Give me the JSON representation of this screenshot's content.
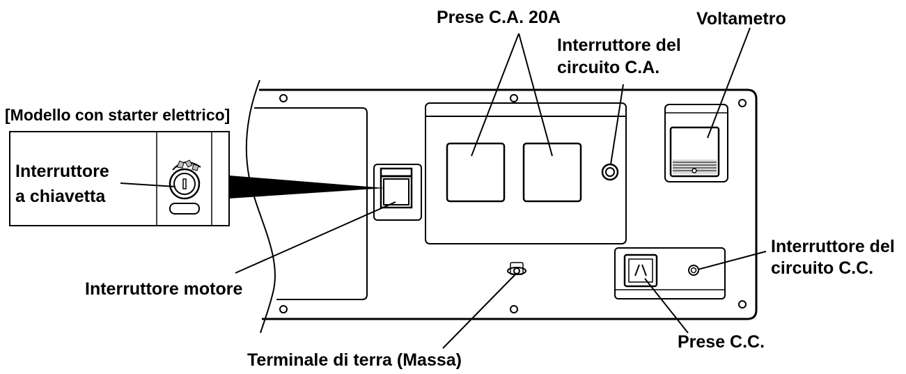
{
  "labels": {
    "ac_outlets": "Prese C.A. 20A",
    "voltmeter": "Voltametro",
    "ac_breaker_line1": "Interruttore del",
    "ac_breaker_line2": "circuito C.A.",
    "electric_starter_model": "[Modello con starter elettrico]",
    "key_switch_line1": "Interruttore",
    "key_switch_line2": "a chiavetta",
    "engine_switch": "Interruttore motore",
    "dc_breaker_line1": "Interruttore del",
    "dc_breaker_line2": "circuito C.C.",
    "dc_outlet": "Prese C.C.",
    "ground_terminal": "Terminale di terra (Massa)"
  },
  "colors": {
    "line": "#000000",
    "panel_fill": "#ffffff",
    "shade": "#d9d9d9"
  }
}
